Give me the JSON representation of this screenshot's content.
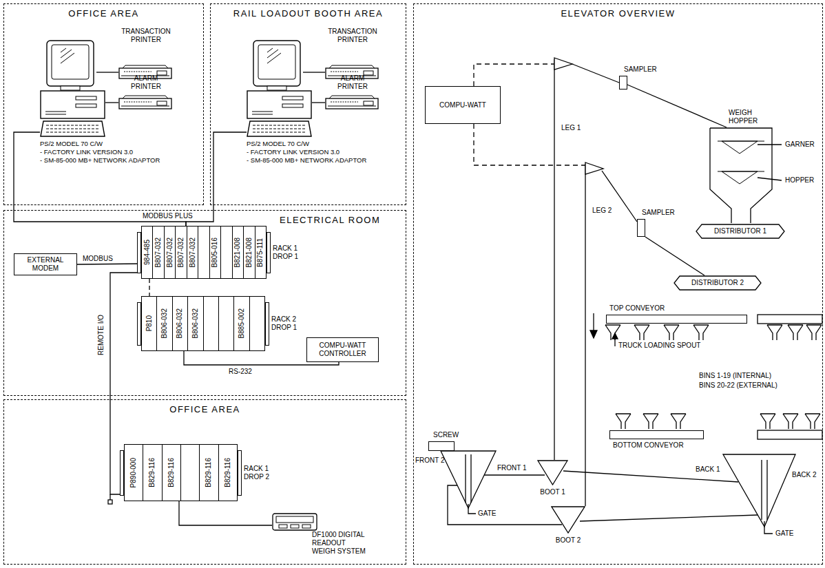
{
  "diagram": {
    "nodes": [
      {
        "text": [
          "OFFICE AREA"
        ]
      },
      {
        "text": [
          "PS/2 MODEL 70 C/W",
          "- FACTORY LINK VERSION 3.0",
          "- SM-85-000 MB+ NETWORK ADAPTOR"
        ],
        "in": 0
      },
      {
        "text": [
          "TRANSACTION PRINTER"
        ],
        "in": 0
      },
      {
        "text": [
          "ALARM PRINTER"
        ],
        "in": 0
      },
      {
        "text": [
          "RAIL LOADOUT BOOTH AREA"
        ]
      },
      {
        "text": [
          "PS/2 MODEL 70 C/W",
          "- FACTORY LINK VERSION 3.0",
          "- SM-85-000 MB+ NETWORK ADAPTOR"
        ],
        "in": 4
      },
      {
        "text": [
          "TRANSACTION PRINTER"
        ],
        "in": 4
      },
      {
        "text": [
          "ALARM PRINTER"
        ],
        "in": 4
      },
      {
        "text": [
          "ELECTRICAL ROOM"
        ]
      },
      {
        "text": [
          "EXTERNAL MODEM"
        ],
        "in": 8
      },
      {
        "text": [
          "RACK 1 DROP 1",
          "984-485",
          "B807-032",
          "B807-032",
          "B807-032",
          "B807-032",
          "B805-016",
          "B821-008",
          "B821-008",
          "B875-111"
        ],
        "in": 8
      },
      {
        "text": [
          "RACK 2 DROP 1",
          "P810",
          "B806-032",
          "B806-032",
          "B806-032",
          "B885-002"
        ],
        "in": 8
      },
      {
        "text": [
          "COMPU-WATT CONTROLLER"
        ],
        "in": 8
      },
      {
        "text": [
          "OFFICE AREA"
        ]
      },
      {
        "text": [
          "RACK 1 DROP 2",
          "P890-000",
          "B829-116",
          "B829-116",
          "B829-116",
          "B829-116"
        ],
        "in": 13
      },
      {
        "text": [
          "DF1000 DIGITAL READOUT WEIGH SYSTEM"
        ],
        "in": 13
      },
      {
        "text": [
          "ELEVATOR OVERVIEW"
        ]
      },
      {
        "text": [
          "COMPU-WATT"
        ],
        "in": 16
      },
      {
        "text": [
          "SAMPLER"
        ],
        "in": 16
      },
      {
        "text": [
          "WEIGH HOPPER"
        ],
        "in": 16
      },
      {
        "text": [
          "DISTRIBUTOR 1"
        ],
        "in": 16
      },
      {
        "text": [
          "SAMPLER"
        ],
        "in": 16
      },
      {
        "text": [
          "DISTRIBUTOR 2"
        ],
        "in": 16
      },
      {
        "text": [
          "TOP CONVEYOR"
        ],
        "in": 16
      },
      {
        "text": [
          "BOTTOM CONVEYOR"
        ],
        "in": 16
      },
      {
        "text": [
          "SCREW"
        ],
        "in": 16
      },
      {
        "text": [
          "BOOT 1"
        ],
        "in": 16
      },
      {
        "text": [
          "BOOT 2"
        ],
        "in": 16
      }
    ],
    "edges": [
      {
        "from": 1,
        "to": 10,
        "arrow": "none",
        "label": "MODBUS PLUS"
      },
      {
        "from": 5,
        "to": 10,
        "arrow": "none"
      },
      {
        "from": 9,
        "to": 10,
        "arrow": "none",
        "label": "MODBUS"
      },
      {
        "from": 10,
        "to": 11,
        "arrow": "none"
      },
      {
        "from": 11,
        "to": 12,
        "arrow": "none",
        "label": "RS-232"
      },
      {
        "from": 10,
        "to": 14,
        "arrow": "none",
        "label": "REMOTE I/O"
      },
      {
        "from": 14,
        "to": 15,
        "arrow": "none"
      },
      {
        "from": 1,
        "to": 2,
        "arrow": "none"
      },
      {
        "from": 1,
        "to": 3,
        "arrow": "none"
      },
      {
        "from": 5,
        "to": 6,
        "arrow": "none"
      },
      {
        "from": 5,
        "to": 7,
        "arrow": "none"
      },
      {
        "from": 18,
        "to": 19,
        "arrow": "none"
      },
      {
        "from": 21,
        "to": 22,
        "arrow": "none"
      }
    ],
    "labels": [
      "LEG 1",
      "LEG 2",
      "GARNER",
      "HOPPER",
      "TRUCK LOADING SPOUT",
      "BINS 1-19 (INTERNAL)",
      "BINS 20-22 (EXTERNAL)",
      "FRONT 2",
      "FRONT 1",
      "GATE",
      "BACK 1",
      "BACK 2",
      "GATE"
    ]
  }
}
